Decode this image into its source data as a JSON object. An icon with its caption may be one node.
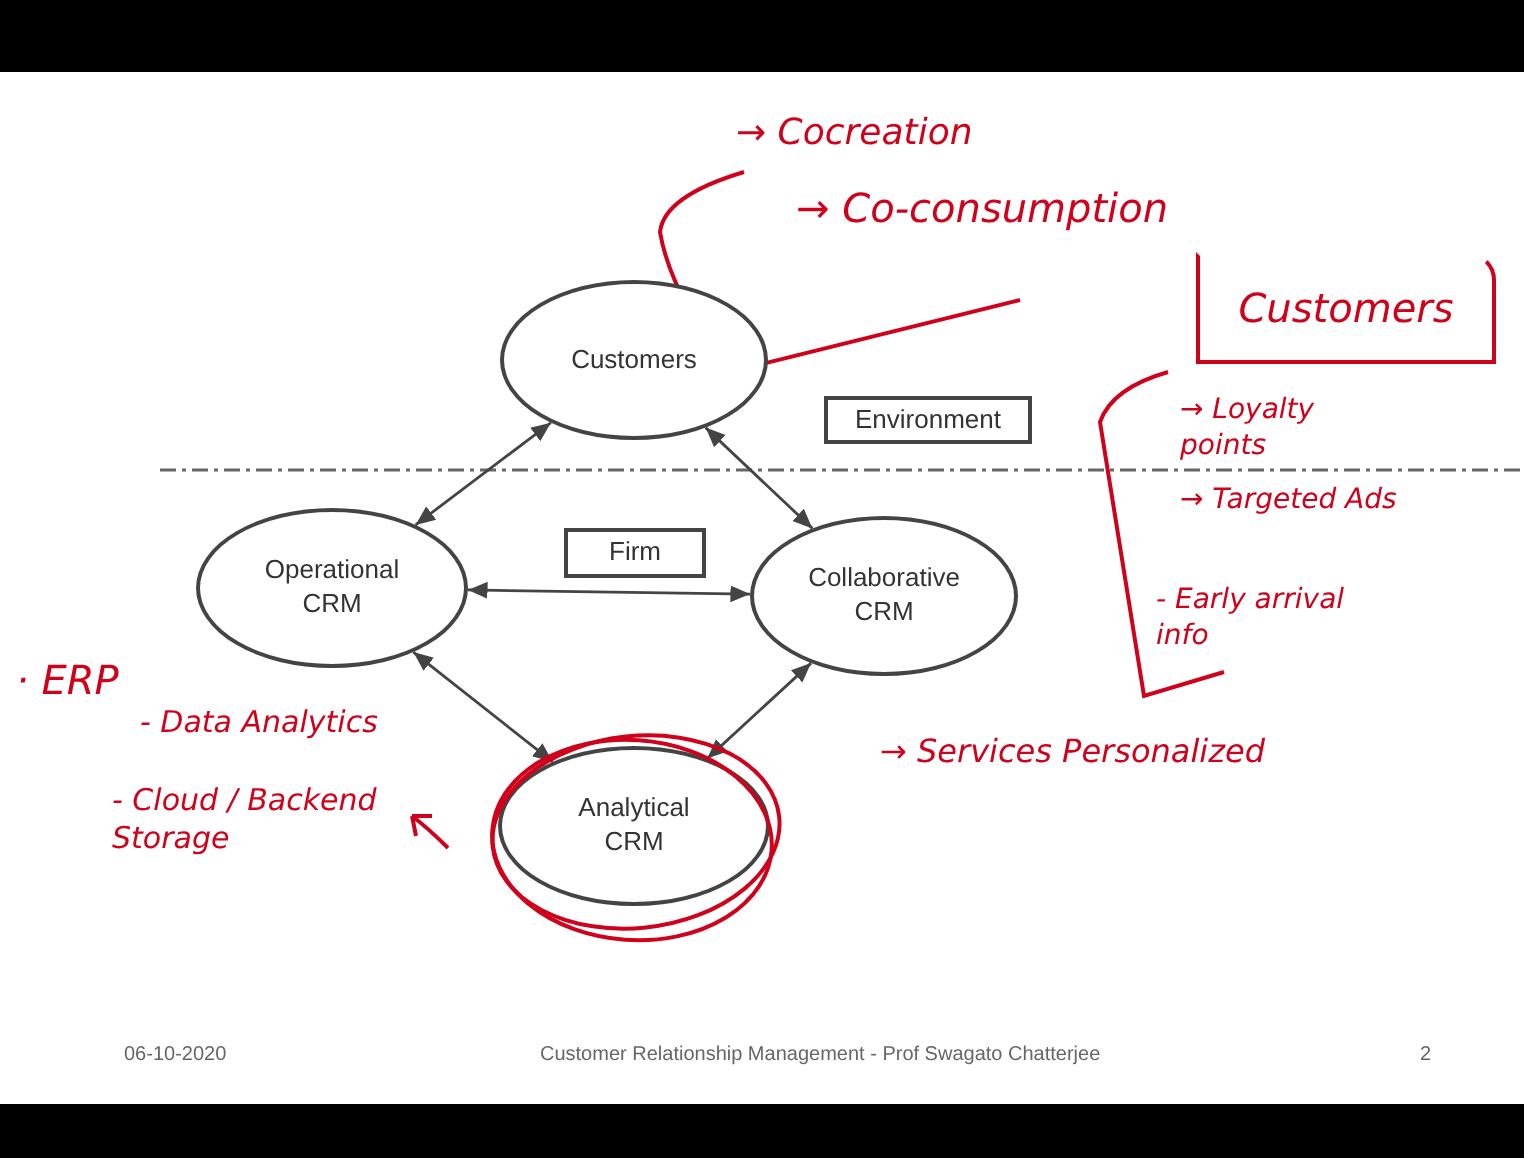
{
  "diagram": {
    "nodes": [
      {
        "text": [
          "Customers"
        ]
      },
      {
        "text": [
          "Operational CRM"
        ]
      },
      {
        "text": [
          "Collaborative CRM"
        ]
      },
      {
        "text": [
          "Analytical CRM"
        ]
      },
      {
        "text": [
          "Environment"
        ]
      },
      {
        "text": [
          "Firm"
        ]
      },
      {
        "text": [
          "Customers"
        ]
      }
    ],
    "edges": [
      {
        "from": 0,
        "to": 1,
        "arrow": "both"
      },
      {
        "from": 0,
        "to": 2,
        "arrow": "both"
      },
      {
        "from": 1,
        "to": 2,
        "arrow": "both"
      },
      {
        "from": 3,
        "to": 1,
        "arrow": "both"
      },
      {
        "from": 3,
        "to": 2,
        "arrow": "both"
      }
    ],
    "labels": [
      "→ Cocreation",
      "→ Co-consumption",
      "→ Loyalty points",
      "→ Targeted Ads",
      "- Early arrival info",
      "→ Services Personalized",
      "· ERP",
      "- Data Analytics",
      "- Cloud / Backend Storage",
      "06-10-2020",
      "Customer Relationship Management - Prof Swagato Chatterjee",
      "2"
    ]
  }
}
